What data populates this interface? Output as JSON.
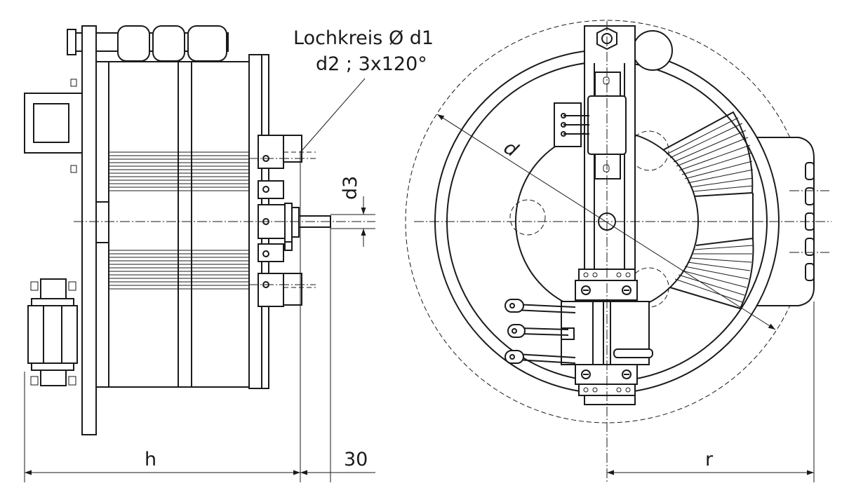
{
  "annotations": {
    "hole_circle_line1": "Lochkreis Ø d1",
    "hole_circle_line2": "d2 ; 3x120°",
    "dim_d3": "d3",
    "dim_d": "d",
    "dim_h": "h",
    "dim_30": "30",
    "dim_r": "r"
  },
  "colors": {
    "line": "#1a1a1a",
    "background": "#ffffff"
  }
}
